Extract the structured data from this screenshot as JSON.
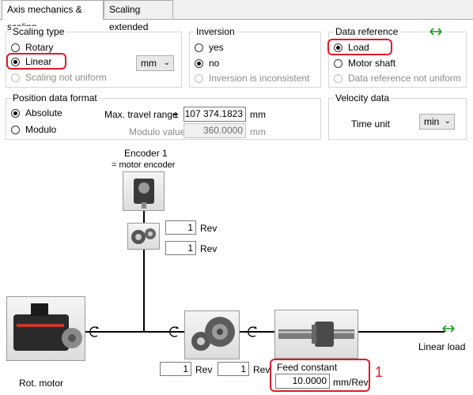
{
  "tabs": [
    {
      "label": "Axis mechanics & scaling"
    },
    {
      "label": "Scaling extended"
    }
  ],
  "scaling_type": {
    "title": "Scaling type",
    "options": [
      {
        "label": "Rotary",
        "selected": false,
        "enabled": true
      },
      {
        "label": "Linear",
        "selected": true,
        "enabled": true
      },
      {
        "label": "Scaling not uniform",
        "selected": false,
        "enabled": false
      }
    ],
    "unit_select": "mm"
  },
  "inversion": {
    "title": "Inversion",
    "options": [
      {
        "label": "yes",
        "selected": false,
        "enabled": true
      },
      {
        "label": "no",
        "selected": true,
        "enabled": true
      },
      {
        "label": "Inversion is inconsistent",
        "selected": false,
        "enabled": false
      }
    ]
  },
  "data_reference": {
    "title": "Data reference",
    "options": [
      {
        "label": "Load",
        "selected": true,
        "enabled": true
      },
      {
        "label": "Motor shaft",
        "selected": false,
        "enabled": true
      },
      {
        "label": "Data reference not uniform",
        "selected": false,
        "enabled": false
      }
    ],
    "arrow_icon": "double-arrow-icon",
    "arrow_color": "#1a9a1a"
  },
  "position_format": {
    "title": "Position data format",
    "options": [
      {
        "label": "Absolute",
        "selected": true
      },
      {
        "label": "Modulo",
        "selected": false
      }
    ],
    "max_travel_label": "Max. travel range",
    "plus_minus": "±",
    "max_travel_value": "107 374.1823",
    "max_travel_unit": "mm",
    "modulo_label": "Modulo value",
    "modulo_value": "360.0000",
    "modulo_unit": "mm"
  },
  "velocity": {
    "title": "Velocity data",
    "time_unit_label": "Time unit",
    "time_unit_value": "min"
  },
  "diagram": {
    "encoder_title": "Encoder 1",
    "encoder_subtitle": "= motor encoder",
    "encoder_gear_top": "1",
    "encoder_gear_bottom": "1",
    "rev_unit": "Rev",
    "gearbox_left": "1",
    "gearbox_right": "1",
    "feed_constant_label": "Feed constant",
    "feed_constant_value": "10.0000",
    "feed_constant_unit": "mm/Rev",
    "annotation_number": "1",
    "motor_label": "Rot. motor",
    "linear_load_label": "Linear load",
    "annotation_color": "#e21a2a"
  }
}
